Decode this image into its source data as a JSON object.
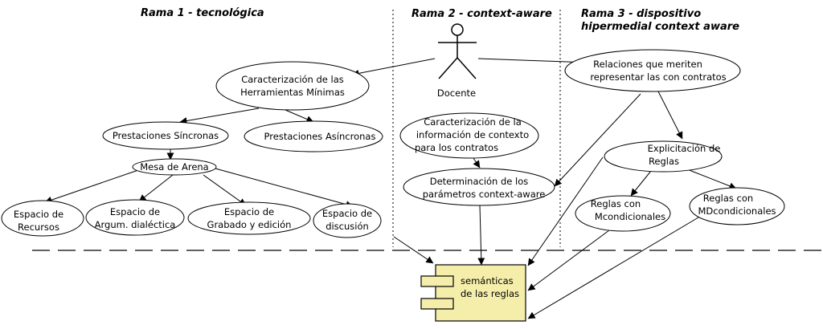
{
  "colors": {
    "stroke": "#000000",
    "component_fill": "#f5eeaa",
    "background": "#ffffff"
  },
  "headings": {
    "rama1": "Rama 1 - tecnológica",
    "rama2": "Rama 2 - context-aware",
    "rama3_line1": "Rama 3 - dispositivo",
    "rama3_line2": "hipermedial context aware"
  },
  "actor": {
    "icon": "stick-figure-actor-icon",
    "label": "Docente"
  },
  "nodes": {
    "caracterizacion_herramientas": [
      "Caracterización de las",
      "Herramientas Mínimas"
    ],
    "prestaciones_sincronas": [
      "Prestaciones Síncronas"
    ],
    "prestaciones_asincronas": [
      "Prestaciones Asíncronas"
    ],
    "mesa_arena": [
      "Mesa de Arena"
    ],
    "espacio_recursos": [
      "Espacio de",
      "Recursos"
    ],
    "espacio_argum": [
      "Espacio de",
      "Argum. dialéctica"
    ],
    "espacio_grabado": [
      "Espacio de",
      "Grabado y edición"
    ],
    "espacio_discusion": [
      "Espacio de",
      "discusión"
    ],
    "caracterizacion_contexto": [
      "Caracterización de la",
      "información de contexto",
      "para los contratos"
    ],
    "determinacion_parametros": [
      "Determinación de los",
      "parámetros context-aware"
    ],
    "relaciones": [
      "Relaciones que meriten",
      "representar las con contratos"
    ],
    "explicitacion": [
      "Explicitación de",
      "Reglas"
    ],
    "reglas_m": [
      "Reglas con",
      "Mcondicionales"
    ],
    "reglas_md": [
      "Reglas con",
      "MDcondicionales"
    ]
  },
  "component": {
    "icon": "uml-component-icon",
    "label": [
      "semánticas",
      "de las reglas"
    ]
  }
}
